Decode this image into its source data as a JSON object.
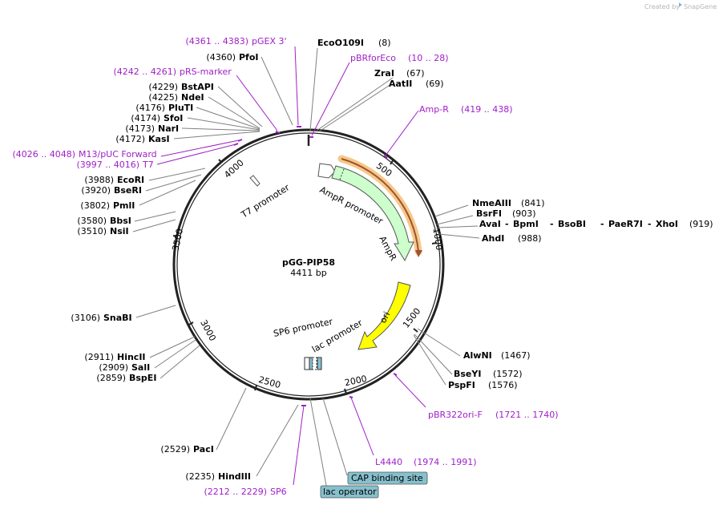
{
  "credit": {
    "text": "Created by",
    "brand": "SnapGene",
    "icon": "snapgene-logo-icon"
  },
  "plasmid": {
    "name": "pGG-PIP58",
    "length": 4411,
    "length_label": "4411 bp"
  },
  "ticks": [
    "500",
    "1000",
    "1500",
    "2000",
    "2500",
    "3000",
    "3500",
    "4000"
  ],
  "features": [
    {
      "name": "AmpR promoter",
      "color": "#ffffff",
      "dir": "+"
    },
    {
      "name": "AmpR",
      "color": "#ccffcc",
      "dir": "+"
    },
    {
      "name": "ori",
      "color": "#ffff00",
      "dir": "-"
    },
    {
      "name": "lac promoter",
      "color": "#ffffff",
      "dir": "-"
    },
    {
      "name": "SP6 promoter",
      "color": "#ffffff",
      "dir": "-"
    },
    {
      "name": "T7 promoter",
      "color": "#ffffff",
      "dir": "+"
    }
  ],
  "right_enzymes": [
    {
      "pos": "(8)",
      "name": "EcoO109I"
    },
    {
      "pos": "(67)",
      "name": "ZraI"
    },
    {
      "pos": "(69)",
      "name": "AatII"
    },
    {
      "pos": "(841)",
      "name": "NmeAIII"
    },
    {
      "pos": "(903)",
      "name": "BsrFI"
    },
    {
      "pos": "(919)",
      "names": [
        "AvaI",
        "BpmI",
        "BsoBI",
        "PaeR7I",
        "XhoI"
      ]
    },
    {
      "pos": "(988)",
      "name": "AhdI"
    },
    {
      "pos": "(1467)",
      "name": "AlwNI"
    },
    {
      "pos": "(1572)",
      "name": "BseYI"
    },
    {
      "pos": "(1576)",
      "name": "PspFI"
    }
  ],
  "left_enzymes": [
    {
      "pos": "(4360)",
      "name": "PfoI"
    },
    {
      "pos": "(4229)",
      "name": "BstAPI"
    },
    {
      "pos": "(4225)",
      "name": "NdeI"
    },
    {
      "pos": "(4176)",
      "name": "PluTI"
    },
    {
      "pos": "(4174)",
      "name": "SfoI"
    },
    {
      "pos": "(4173)",
      "name": "NarI"
    },
    {
      "pos": "(4172)",
      "name": "KasI"
    },
    {
      "pos": "(3988)",
      "name": "EcoRI"
    },
    {
      "pos": "(3920)",
      "name": "BseRI"
    },
    {
      "pos": "(3802)",
      "name": "PmlI"
    },
    {
      "pos": "(3580)",
      "name": "BbsI"
    },
    {
      "pos": "(3510)",
      "name": "NsiI"
    },
    {
      "pos": "(3106)",
      "name": "SnaBI"
    },
    {
      "pos": "(2911)",
      "name": "HincII"
    },
    {
      "pos": "(2909)",
      "name": "SalI"
    },
    {
      "pos": "(2859)",
      "name": "BspEI"
    },
    {
      "pos": "(2529)",
      "name": "PacI"
    },
    {
      "pos": "(2235)",
      "name": "HindIII"
    }
  ],
  "primers": [
    {
      "range": "(4361 .. 4383)",
      "name": "pGEX 3'"
    },
    {
      "range": "(10 .. 28)",
      "name": "pBRforEco"
    },
    {
      "range": "(4242 .. 4261)",
      "name": "pRS-marker"
    },
    {
      "range": "(419 .. 438)",
      "name": "Amp-R"
    },
    {
      "range": "(4026 .. 4048)",
      "name": "M13/pUC Forward"
    },
    {
      "range": "(3997 .. 4016)",
      "name": "T7"
    },
    {
      "range": "(1721 .. 1740)",
      "name": "pBR322ori-F"
    },
    {
      "range": "(1974 .. 1991)",
      "name": "L4440"
    },
    {
      "range": "(2212 .. 2229)",
      "name": "SP6"
    }
  ],
  "boxes": [
    {
      "label": "CAP binding site"
    },
    {
      "label": "lac operator"
    }
  ],
  "colors": {
    "primer": "#a020c8",
    "amp_r_primer_highlight": "#f5c88a",
    "amp_r_primer_arrow": "#a0522d",
    "box_fill": "#86c0cc",
    "leader": "#808080"
  }
}
